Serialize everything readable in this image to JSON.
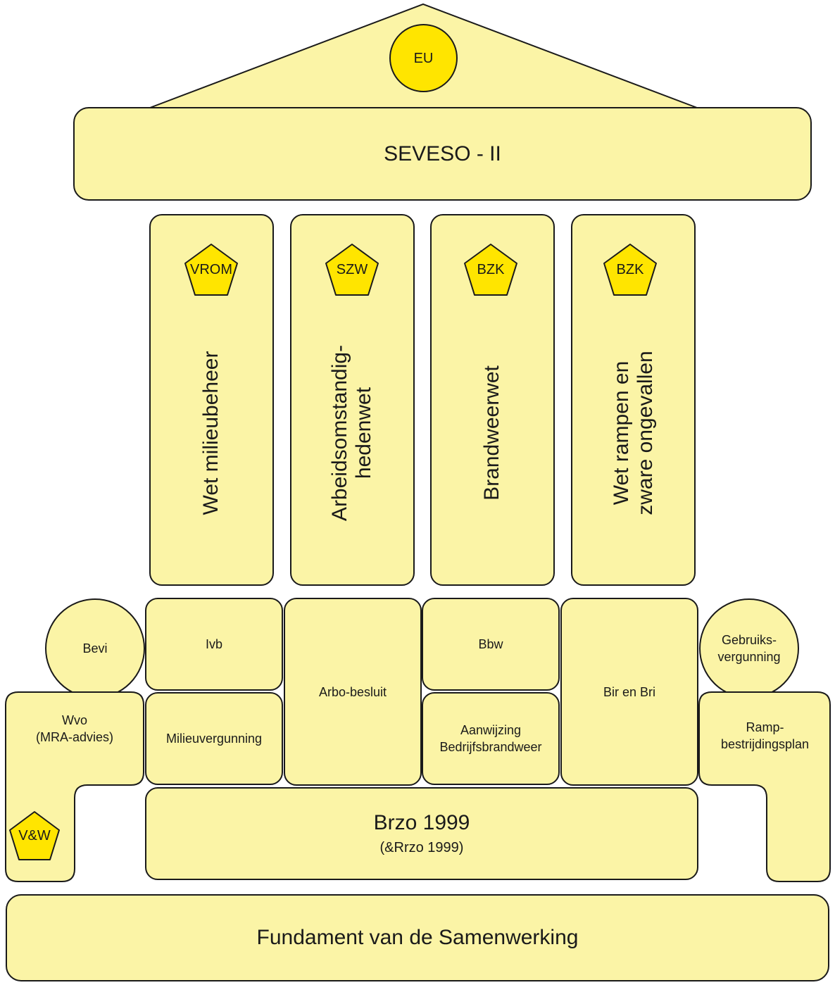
{
  "roof": {
    "authority": "EU",
    "title": "SEVESO - II"
  },
  "pillars": [
    {
      "authority": "VROM",
      "label": "Wet milieubeheer"
    },
    {
      "authority": "SZW",
      "label_line1": "Arbeidsomstandig-",
      "label_line2": "hedenwet"
    },
    {
      "authority": "BZK",
      "label": "Brandweerwet"
    },
    {
      "authority": "BZK",
      "label_line1": "Wet rampen en",
      "label_line2": "zware ongevallen"
    }
  ],
  "regulations": {
    "bevi": "Bevi",
    "ivb": "Ivb",
    "milieuvergunning": "Milieuvergunning",
    "arbo_besluit": "Arbo-besluit",
    "bbw": "Bbw",
    "aanwijzing_line1": "Aanwijzing",
    "aanwijzing_line2": "Bedrijfsbrandweer",
    "bir_bri": "Bir en Bri",
    "gebruiks_line1": "Gebruiks-",
    "gebruiks_line2": "vergunning",
    "wvo_line1": "Wvo",
    "wvo_line2": "(MRA-advies)",
    "wvo_authority": "V&W",
    "ramp_line1": "Ramp-",
    "ramp_line2": "bestrijdingsplan"
  },
  "brzo": {
    "title": "Brzo 1999",
    "subtitle": "(&Rrzo 1999)"
  },
  "foundation": "Fundament van de Samenwerking",
  "colors": {
    "box_fill": "#fbf4a6",
    "badge_fill": "#ffe500",
    "stroke": "#1a1a1a"
  }
}
